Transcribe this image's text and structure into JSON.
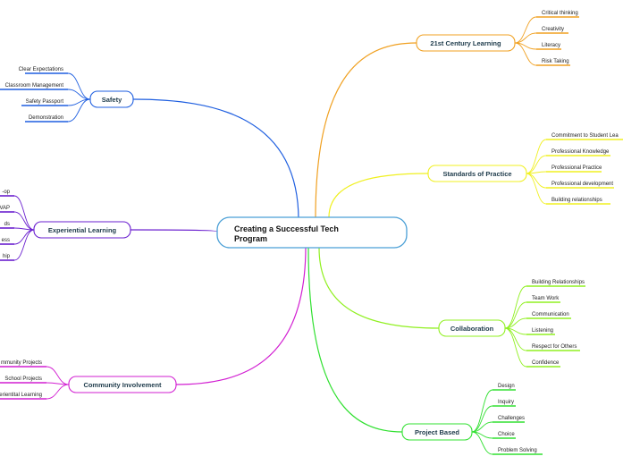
{
  "central": {
    "title_line1": "Creating a Successful Tech",
    "title_line2": "Program",
    "border_color": "#4a9fd6"
  },
  "branches": [
    {
      "id": "safety",
      "label": "Safety",
      "color": "#1f5fe0",
      "children": [
        "Clear Expectations",
        "Classroom Management",
        "Safety Passport",
        "Demonstration"
      ]
    },
    {
      "id": "experiential-learning",
      "label": "Experiential Learning",
      "color": "#6a1fcf",
      "children": [
        "-op",
        "VAP",
        "ds",
        "ess",
        "hip"
      ]
    },
    {
      "id": "community-involvement",
      "label": "Community Involvement",
      "color": "#d21fd2",
      "children": [
        "mmunity Projects",
        "School Projects",
        "erientital Learning"
      ]
    },
    {
      "id": "21st-century-learning",
      "label": "21st Century Learning",
      "color": "#f0a020",
      "children": [
        "Critical thinking",
        "Creativity",
        "Literacy",
        "Risk Taking"
      ]
    },
    {
      "id": "standards-of-practice",
      "label": "Standards of Practice",
      "color": "#f0f020",
      "children": [
        "Commitment to Student Lea",
        "Professional Knowledge",
        "Professional Practice",
        "Professional development",
        "Building relationships"
      ]
    },
    {
      "id": "collaboration",
      "label": "Collaboration",
      "color": "#90f020",
      "children": [
        "Building Relationships",
        "Team Work",
        "Communication",
        "Listening",
        "Respect for Others",
        "Confidence"
      ]
    },
    {
      "id": "project-based",
      "label": "Project Based",
      "color": "#30e030",
      "children": [
        "Design",
        "Inquiry",
        "Challenges",
        "Choice",
        "Problem Solving"
      ]
    }
  ]
}
